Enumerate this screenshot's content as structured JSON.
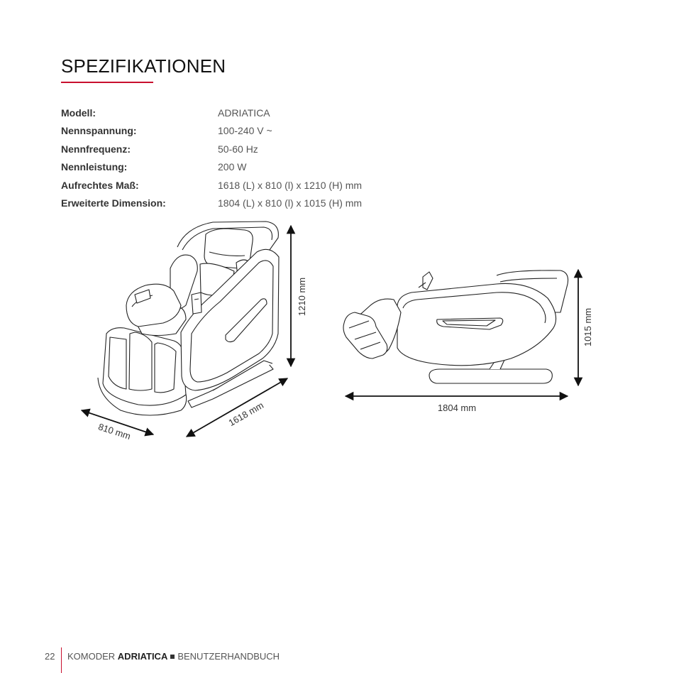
{
  "heading": "SPEZIFIKATIONEN",
  "accent_color": "#c8102e",
  "specs": [
    {
      "label": "Modell:",
      "value": "ADRIATICA"
    },
    {
      "label": "Nennspannung:",
      "value": "100-240 V ~"
    },
    {
      "label": "Nennfrequenz:",
      "value": "50-60 Hz"
    },
    {
      "label": "Nennleistung:",
      "value": "200 W"
    },
    {
      "label": "Aufrechtes Maß:",
      "value": "1618 (L) x 810 (l) x 1210 (H) mm"
    },
    {
      "label": "Erweiterte Dimension:",
      "value": "1804 (L) x 810 (l) x 1015 (H) mm"
    }
  ],
  "dimensions": {
    "upright_height": "1210 mm",
    "upright_length": "1618 mm",
    "upright_width": "810 mm",
    "reclined_height": "1015 mm",
    "reclined_length": "1804 mm"
  },
  "footer": {
    "page_number": "22",
    "brand": "KOMODER",
    "model": "ADRIATICA",
    "manual": "BENUTZERHANDBUCH"
  }
}
